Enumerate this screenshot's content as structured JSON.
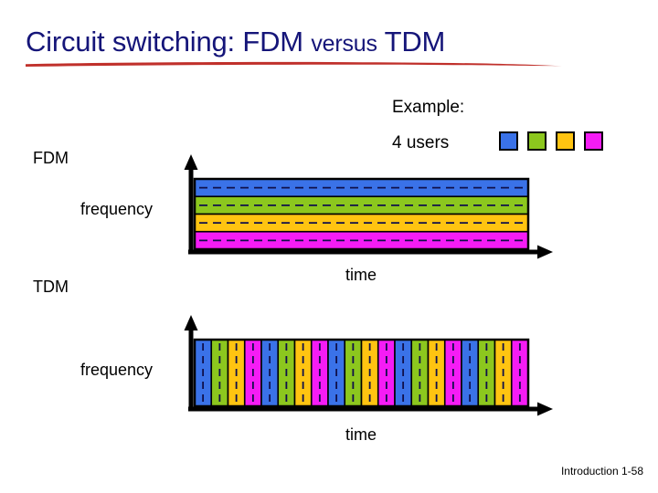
{
  "slide": {
    "title_main_1": "Circuit switching: FDM ",
    "title_small": "versus",
    "title_main_2": " TDM",
    "title_color": "#151579",
    "underline_color": "#c0302b",
    "footer": "Introduction 1-58"
  },
  "sections": {
    "fdm_label": "FDM",
    "tdm_label": "TDM"
  },
  "example": {
    "heading": "Example:",
    "users_label": "4 users",
    "swatches": [
      {
        "name": "user-1",
        "color": "#3a72e8"
      },
      {
        "name": "user-2",
        "color": "#8cc71e"
      },
      {
        "name": "user-3",
        "color": "#ffc411"
      },
      {
        "name": "user-4",
        "color": "#f51cf5"
      }
    ]
  },
  "axes": {
    "frequency": "frequency",
    "time": "time"
  },
  "chart_data": [
    {
      "type": "area",
      "name": "fdm-diagram",
      "title": "FDM",
      "xlabel": "time",
      "ylabel": "frequency",
      "grid": false,
      "legend": "none",
      "description": "Frequency division multiplexing: four users each occupy a distinct frequency band continuously over all time.",
      "bands": [
        {
          "user": 1,
          "color": "#3a72e8",
          "band_index": 3,
          "occupies_all_time": true
        },
        {
          "user": 2,
          "color": "#8cc71e",
          "band_index": 2,
          "occupies_all_time": true
        },
        {
          "user": 3,
          "color": "#ffc411",
          "band_index": 1,
          "occupies_all_time": true
        },
        {
          "user": 4,
          "color": "#f51cf5",
          "band_index": 0,
          "occupies_all_time": true
        }
      ]
    },
    {
      "type": "area",
      "name": "tdm-diagram",
      "title": "TDM",
      "xlabel": "time",
      "ylabel": "frequency",
      "grid": false,
      "legend": "none",
      "description": "Time division multiplexing: four users take turns using the entire frequency band in repeating time slots.",
      "slot_count": 20,
      "cycles": 5,
      "slot_sequence": [
        "#3a72e8",
        "#8cc71e",
        "#ffc411",
        "#f51cf5",
        "#3a72e8",
        "#8cc71e",
        "#ffc411",
        "#f51cf5",
        "#3a72e8",
        "#8cc71e",
        "#ffc411",
        "#f51cf5",
        "#3a72e8",
        "#8cc71e",
        "#ffc411",
        "#f51cf5",
        "#3a72e8",
        "#8cc71e",
        "#ffc411",
        "#f51cf5"
      ]
    }
  ]
}
